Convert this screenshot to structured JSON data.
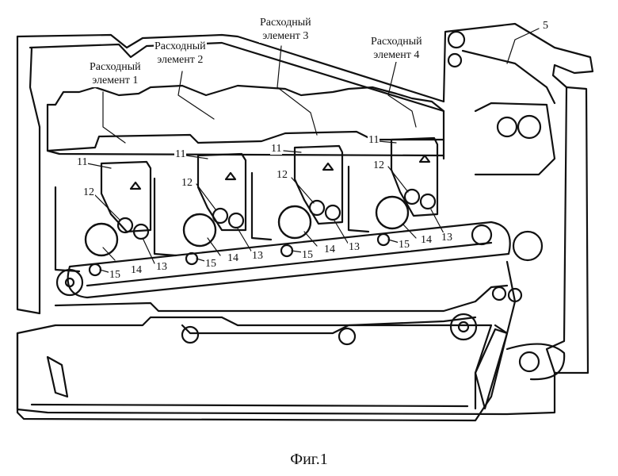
{
  "figure": {
    "caption": "Фиг.1",
    "consumables": [
      {
        "line1": "Расходный",
        "line2": "элемент 1"
      },
      {
        "line1": "Расходный",
        "line2": "элемент 2"
      },
      {
        "line1": "Расходный",
        "line2": "элемент 3"
      },
      {
        "line1": "Расходный",
        "line2": "элемент 4"
      }
    ],
    "ref_numerals": {
      "n5": "5",
      "n11": "11",
      "n12": "12",
      "n13": "13",
      "n14": "14",
      "n15": "15"
    }
  }
}
